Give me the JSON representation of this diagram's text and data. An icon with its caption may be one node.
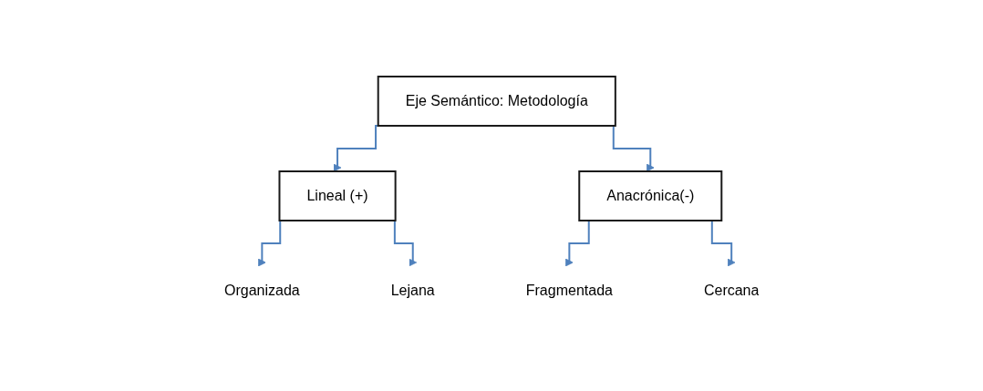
{
  "diagram": {
    "nodes": [
      {
        "text": [
          "Eje Semántico: Metodología"
        ]
      },
      {
        "text": [
          "Lineal (+)"
        ]
      },
      {
        "text": [
          "Anacrónica(-)"
        ]
      },
      {
        "text": [
          "Organizada"
        ]
      },
      {
        "text": [
          "Lejana"
        ]
      },
      {
        "text": [
          "Fragmentada"
        ]
      },
      {
        "text": [
          "Cercana"
        ]
      }
    ],
    "edges": [
      {
        "from": 0,
        "to": 1,
        "arrow": "to"
      },
      {
        "from": 0,
        "to": 2,
        "arrow": "to"
      },
      {
        "from": 1,
        "to": 3,
        "arrow": "to"
      },
      {
        "from": 1,
        "to": 4,
        "arrow": "to"
      },
      {
        "from": 2,
        "to": 5,
        "arrow": "to"
      },
      {
        "from": 2,
        "to": 6,
        "arrow": "to"
      }
    ]
  }
}
